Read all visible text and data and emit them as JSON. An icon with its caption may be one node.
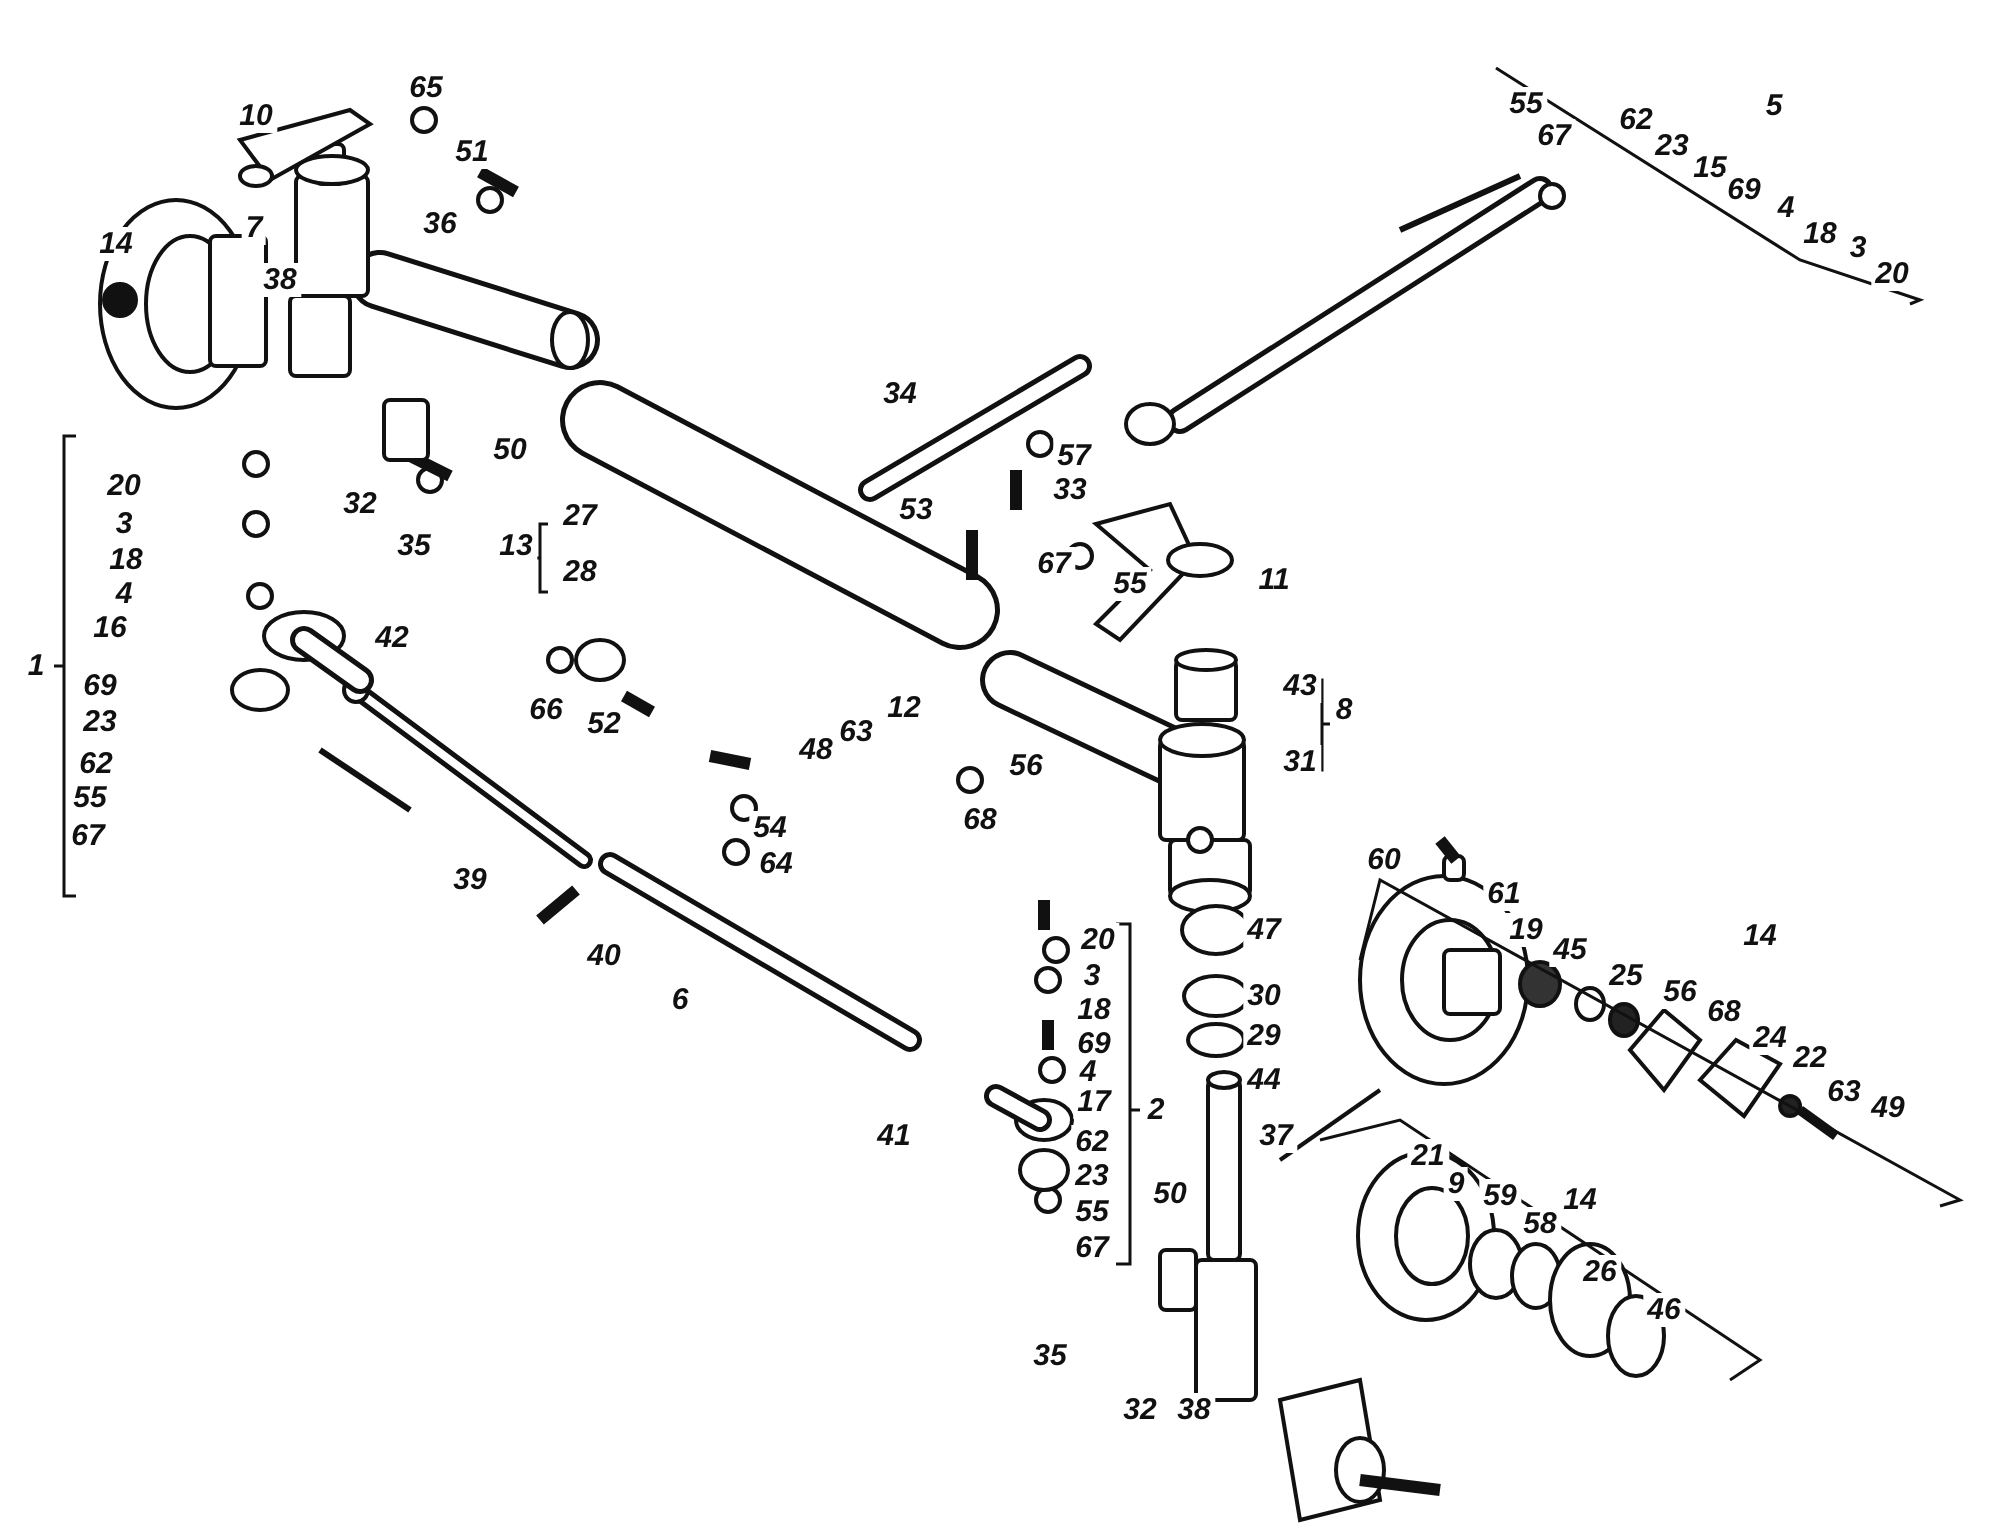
{
  "diagram": {
    "labels": [
      "10",
      "65",
      "51",
      "7",
      "36",
      "14",
      "38",
      "55",
      "67",
      "62",
      "23",
      "5",
      "15",
      "69",
      "4",
      "18",
      "3",
      "20",
      "20",
      "3",
      "18",
      "4",
      "16",
      "1",
      "69",
      "23",
      "62",
      "55",
      "67",
      "50",
      "32",
      "35",
      "13",
      "27",
      "28",
      "42",
      "66",
      "52",
      "39",
      "34",
      "57",
      "33",
      "53",
      "67",
      "55",
      "11",
      "12",
      "63",
      "48",
      "43",
      "31",
      "8",
      "56",
      "68",
      "54",
      "64",
      "40",
      "6",
      "60",
      "61",
      "19",
      "45",
      "25",
      "56",
      "68",
      "24",
      "22",
      "63",
      "49",
      "14",
      "47",
      "30",
      "29",
      "44",
      "37",
      "20",
      "3",
      "18",
      "69",
      "4",
      "17",
      "62",
      "23",
      "55",
      "67",
      "2",
      "41",
      "50",
      "35",
      "32",
      "38",
      "21",
      "9",
      "59",
      "58",
      "14",
      "26",
      "46"
    ]
  }
}
